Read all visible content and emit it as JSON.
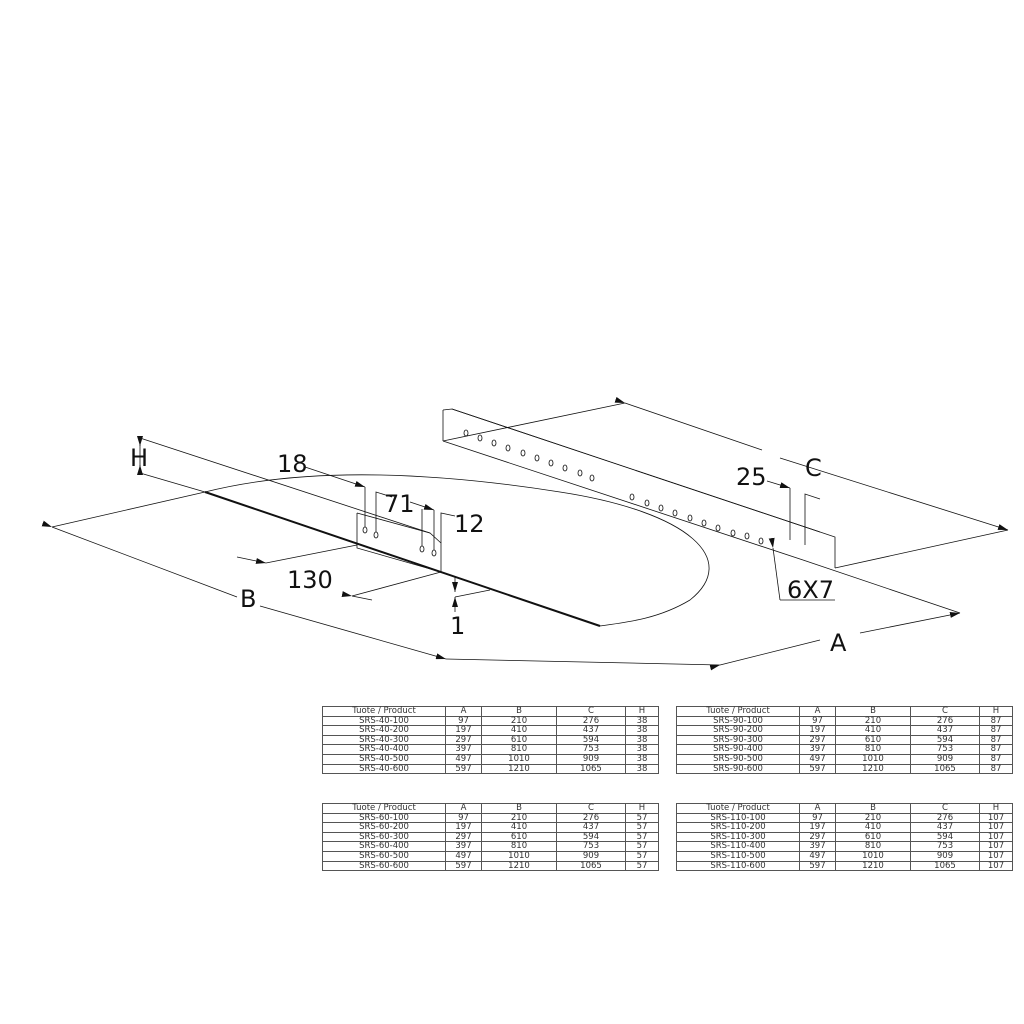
{
  "drawing": {
    "dimensions": {
      "H": "H",
      "d18": "18",
      "d71": "71",
      "d12": "12",
      "d130": "130",
      "B": "B",
      "d1": "1",
      "d25": "25",
      "C": "C",
      "holes": "6X7",
      "A": "A"
    }
  },
  "tables": [
    {
      "id": "SRS-40",
      "headers": [
        "Tuote / Product",
        "A",
        "B",
        "C",
        "H"
      ],
      "rows": [
        [
          "SRS-40-100",
          "97",
          "210",
          "276",
          "38"
        ],
        [
          "SRS-40-200",
          "197",
          "410",
          "437",
          "38"
        ],
        [
          "SRS-40-300",
          "297",
          "610",
          "594",
          "38"
        ],
        [
          "SRS-40-400",
          "397",
          "810",
          "753",
          "38"
        ],
        [
          "SRS-40-500",
          "497",
          "1010",
          "909",
          "38"
        ],
        [
          "SRS-40-600",
          "597",
          "1210",
          "1065",
          "38"
        ]
      ]
    },
    {
      "id": "SRS-90",
      "headers": [
        "Tuote / Product",
        "A",
        "B",
        "C",
        "H"
      ],
      "rows": [
        [
          "SRS-90-100",
          "97",
          "210",
          "276",
          "87"
        ],
        [
          "SRS-90-200",
          "197",
          "410",
          "437",
          "87"
        ],
        [
          "SRS-90-300",
          "297",
          "610",
          "594",
          "87"
        ],
        [
          "SRS-90-400",
          "397",
          "810",
          "753",
          "87"
        ],
        [
          "SRS-90-500",
          "497",
          "1010",
          "909",
          "87"
        ],
        [
          "SRS-90-600",
          "597",
          "1210",
          "1065",
          "87"
        ]
      ]
    },
    {
      "id": "SRS-60",
      "headers": [
        "Tuote / Product",
        "A",
        "B",
        "C",
        "H"
      ],
      "rows": [
        [
          "SRS-60-100",
          "97",
          "210",
          "276",
          "57"
        ],
        [
          "SRS-60-200",
          "197",
          "410",
          "437",
          "57"
        ],
        [
          "SRS-60-300",
          "297",
          "610",
          "594",
          "57"
        ],
        [
          "SRS-60-400",
          "397",
          "810",
          "753",
          "57"
        ],
        [
          "SRS-60-500",
          "497",
          "1010",
          "909",
          "57"
        ],
        [
          "SRS-60-600",
          "597",
          "1210",
          "1065",
          "57"
        ]
      ]
    },
    {
      "id": "SRS-110",
      "headers": [
        "Tuote / Product",
        "A",
        "B",
        "C",
        "H"
      ],
      "rows": [
        [
          "SRS-110-100",
          "97",
          "210",
          "276",
          "107"
        ],
        [
          "SRS-110-200",
          "197",
          "410",
          "437",
          "107"
        ],
        [
          "SRS-110-300",
          "297",
          "610",
          "594",
          "107"
        ],
        [
          "SRS-110-400",
          "397",
          "810",
          "753",
          "107"
        ],
        [
          "SRS-110-500",
          "497",
          "1010",
          "909",
          "107"
        ],
        [
          "SRS-110-600",
          "597",
          "1210",
          "1065",
          "107"
        ]
      ]
    }
  ]
}
